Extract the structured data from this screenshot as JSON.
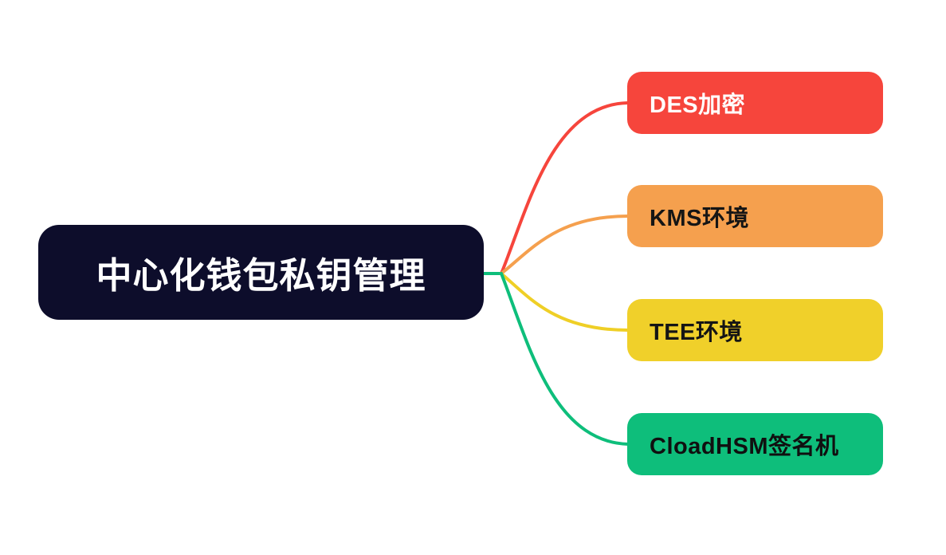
{
  "diagram": {
    "type": "mindmap",
    "background_color": "#FFFFFF",
    "root": {
      "label": "中心化钱包私钥管理",
      "bg_color": "#0D0D2B",
      "text_color": "#FFFFFF"
    },
    "branches": [
      {
        "id": "des",
        "label": "DES加密",
        "bg_color": "#F6453C",
        "text_color": "#FFFFFF",
        "line_color": "#F6453C"
      },
      {
        "id": "kms",
        "label": "KMS环境",
        "bg_color": "#F5A04E",
        "text_color": "#151515",
        "line_color": "#F5A04E"
      },
      {
        "id": "tee",
        "label": "TEE环境",
        "bg_color": "#F0D02A",
        "text_color": "#151515",
        "line_color": "#EFCF26"
      },
      {
        "id": "cloadhsm",
        "label": "CloadHSM签名机",
        "bg_color": "#0EBE7B",
        "text_color": "#101010",
        "line_color": "#0EBE7B"
      }
    ],
    "trunk_line_color": "#0EBE7B"
  }
}
